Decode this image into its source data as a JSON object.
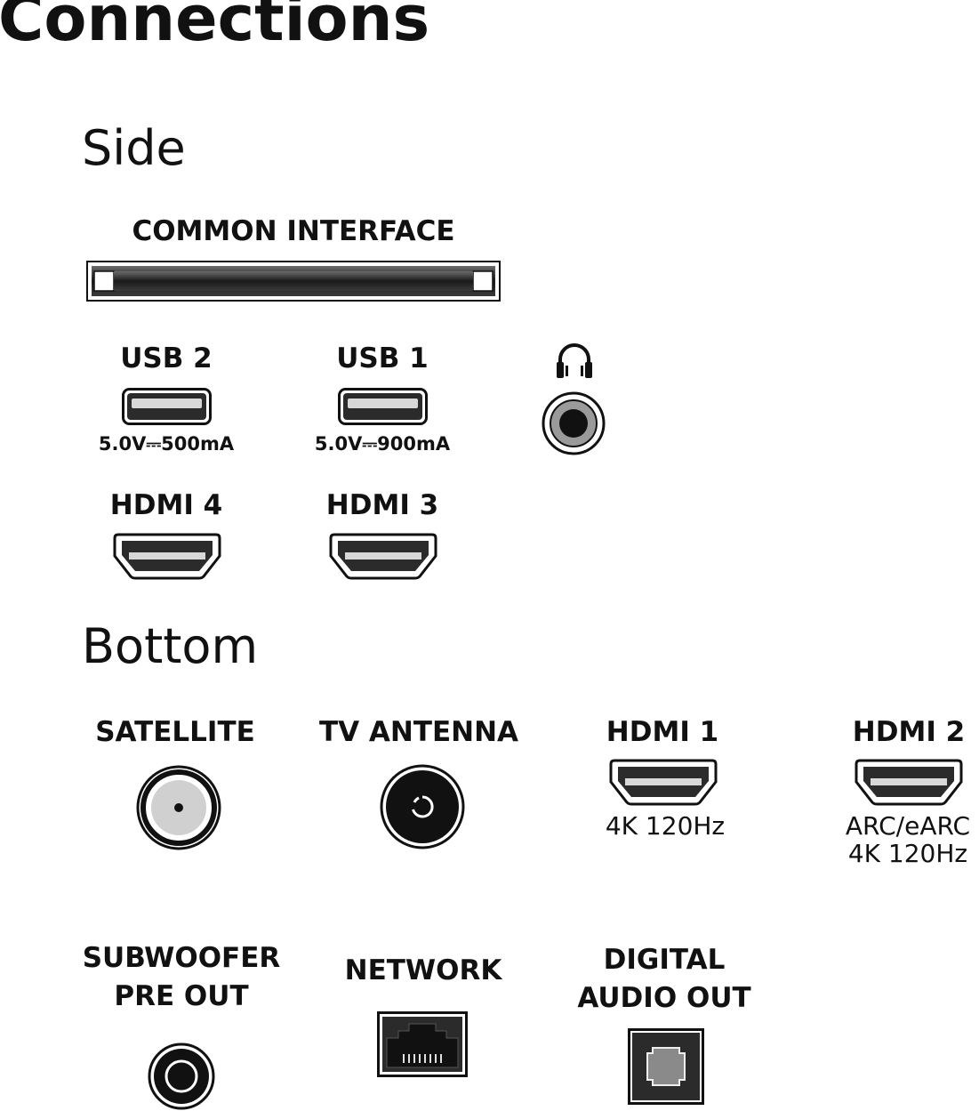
{
  "title": "Connections",
  "side": {
    "heading": "Side",
    "common_interface": "COMMON INTERFACE",
    "usb2": {
      "label": "USB 2",
      "spec": "5.0V⎓500mA"
    },
    "usb1": {
      "label": "USB 1",
      "spec": "5.0V⎓900mA"
    },
    "headphones": {
      "icon": "headphones-icon"
    },
    "hdmi4": {
      "label": "HDMI 4"
    },
    "hdmi3": {
      "label": "HDMI 3"
    }
  },
  "bottom": {
    "heading": "Bottom",
    "satellite": {
      "label": "SATELLITE"
    },
    "tv_antenna": {
      "label": "TV ANTENNA"
    },
    "hdmi1": {
      "label": "HDMI 1",
      "note": "4K 120Hz"
    },
    "hdmi2": {
      "label": "HDMI 2",
      "note_line1": "ARC/eARC",
      "note_line2": "4K 120Hz"
    },
    "subwoofer": {
      "label_line1": "SUBWOOFER",
      "label_line2": "PRE OUT"
    },
    "network": {
      "label": "NETWORK"
    },
    "digital_audio": {
      "label_line1": "DIGITAL",
      "label_line2": "AUDIO OUT"
    }
  },
  "colors": {
    "ink": "#111111",
    "port_fill": "#2b2b2b",
    "satellite_gray": "#d0d0d0"
  }
}
